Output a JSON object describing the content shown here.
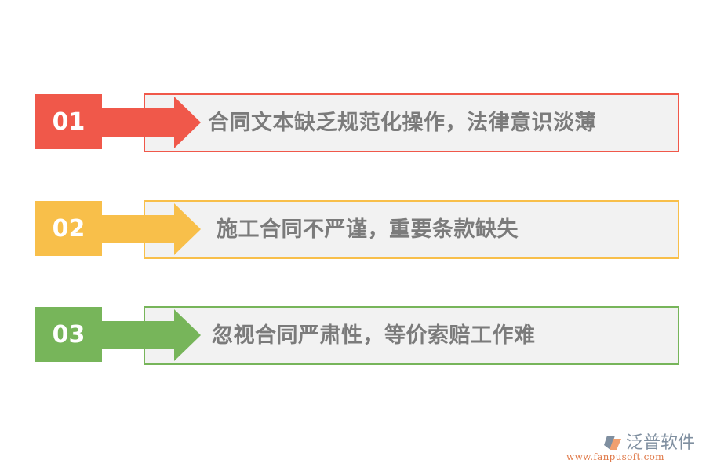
{
  "items": [
    {
      "number": "01",
      "text": "合同文本缺乏规范化操作，法律意识淡薄",
      "color": "#f0584a"
    },
    {
      "number": "02",
      "text": "施工合同不严谨，重要条款缺失",
      "color": "#f8bf4a"
    },
    {
      "number": "03",
      "text": "忽视合同严肃性，等价索赔工作难",
      "color": "#77b55a"
    }
  ],
  "logo": {
    "icon": "fanpu-logo-icon",
    "title": "泛普软件",
    "url": "www.fanpusoft.com"
  }
}
